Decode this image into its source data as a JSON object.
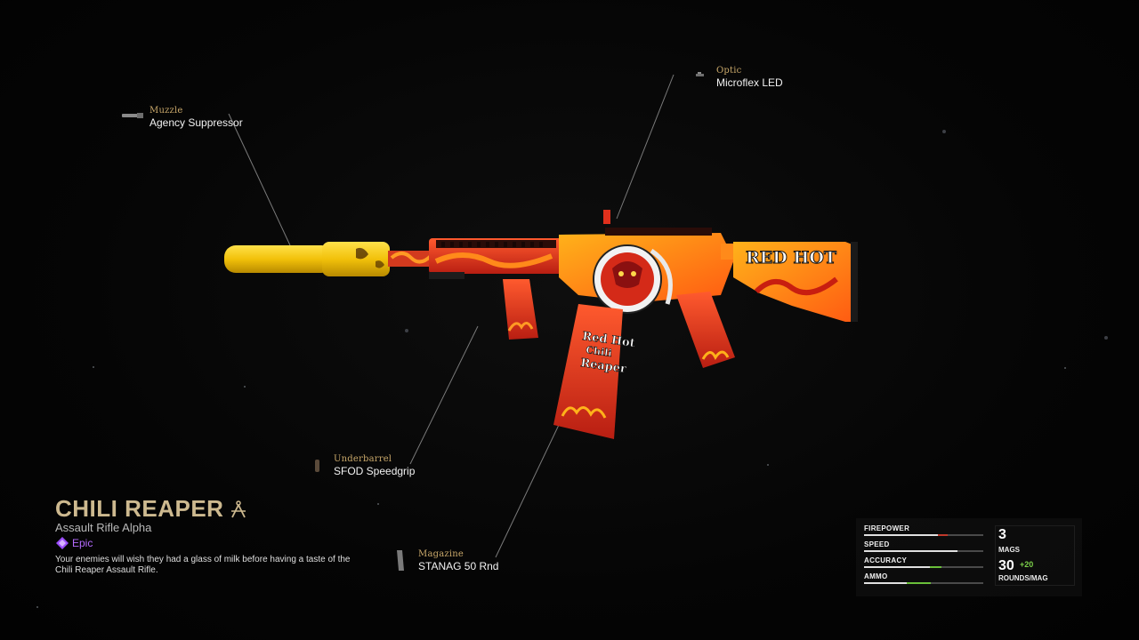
{
  "attachments": {
    "optic": {
      "slot": "Optic",
      "name": "Microflex LED"
    },
    "muzzle": {
      "slot": "Muzzle",
      "name": "Agency Suppressor"
    },
    "underbarrel": {
      "slot": "Underbarrel",
      "name": "SFOD Speedgrip"
    },
    "magazine": {
      "slot": "Magazine",
      "name": "STANAG 50 Rnd"
    }
  },
  "weapon": {
    "name": "CHILI REAPER",
    "class": "Assault Rifle Alpha",
    "rarity": "Epic",
    "description": "Your enemies will wish they had a glass of milk before having a taste of the Chili Reaper Assault Rifle.",
    "decals": {
      "stock_text": "RED HOT",
      "mag_text_1": "Red Hot",
      "mag_text_2": "Chili",
      "mag_text_3": "Reaper"
    },
    "colors": {
      "suppressor": "#f2c10a",
      "body": "#e0301c",
      "flame": "#ff8a1a",
      "name": "#cdb98f",
      "rarity": "#b46bff"
    }
  },
  "stats": {
    "items": [
      {
        "label": "FIREPOWER",
        "value": 0.62,
        "delta": 0.08,
        "delta_color": "#c0392b"
      },
      {
        "label": "SPEED",
        "value": 0.78,
        "delta": 0,
        "delta_color": "#c0392b"
      },
      {
        "label": "ACCURACY",
        "value": 0.55,
        "delta": 0.1,
        "delta_color": "#6abf3a"
      },
      {
        "label": "AMMO",
        "value": 0.36,
        "delta": 0.2,
        "delta_color": "#6abf3a"
      }
    ],
    "mags": "3",
    "mags_label": "MAGS",
    "rounds": "30",
    "rounds_bonus": "+20",
    "rounds_label": "ROUNDS/MAG"
  }
}
